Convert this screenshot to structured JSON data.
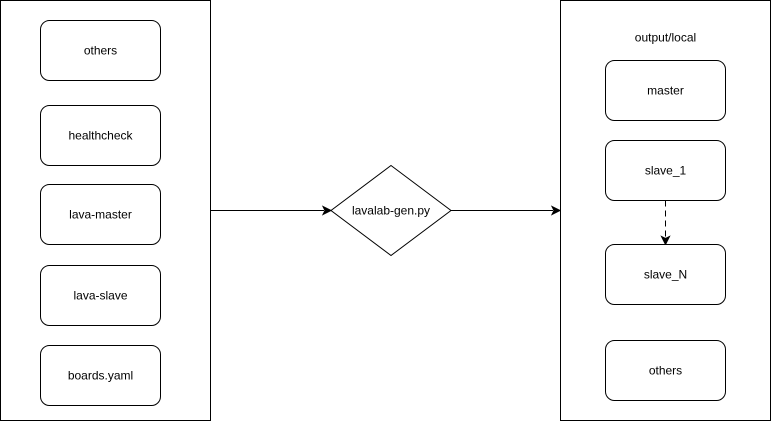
{
  "diagram": {
    "left_group": {
      "items": [
        "others",
        "healthcheck",
        "lava-master",
        "lava-slave",
        "boards.yaml"
      ]
    },
    "process": {
      "label": "lavalab-gen.py"
    },
    "right_group": {
      "title": "output/local",
      "items": [
        "master",
        "slave_1",
        "slave_N",
        "others"
      ]
    },
    "edges": [
      {
        "from": "left_group",
        "to": "process",
        "style": "solid"
      },
      {
        "from": "process",
        "to": "right_group",
        "style": "solid"
      },
      {
        "from": "slave_1",
        "to": "slave_N",
        "style": "dashed"
      }
    ]
  }
}
